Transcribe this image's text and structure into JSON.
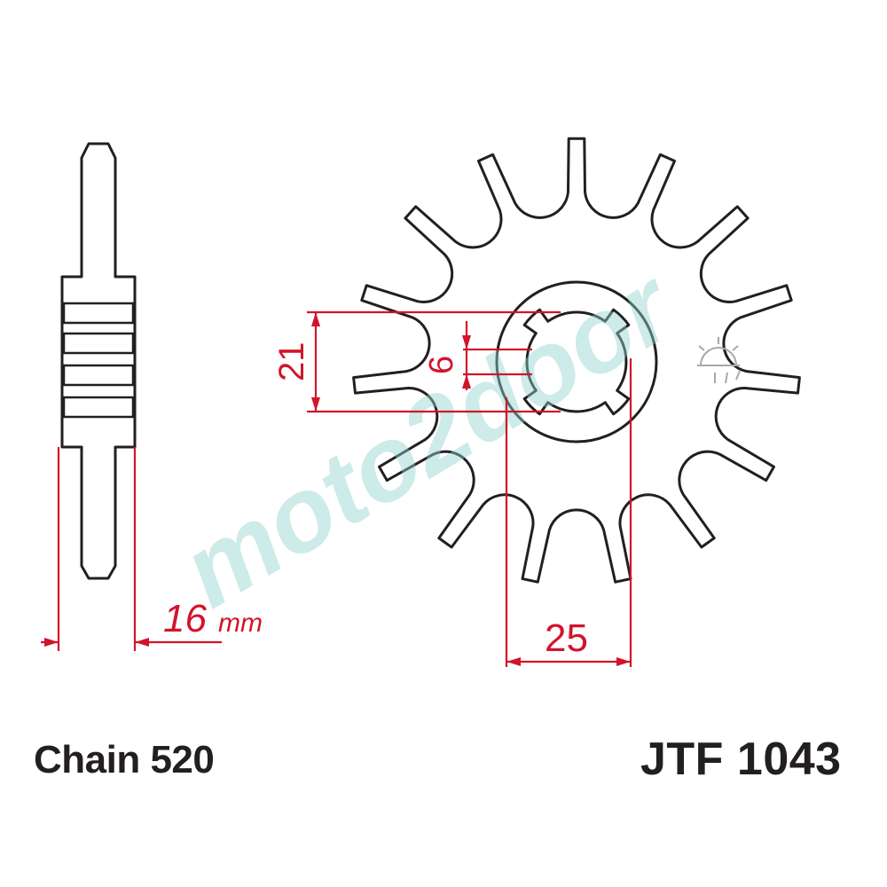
{
  "captions": {
    "chain": "Chain 520",
    "part_number": "JTF 1043"
  },
  "dimensions": {
    "width": "16",
    "width_unit": "mm",
    "spline_dia": "21",
    "key_width": "6",
    "bore": "25"
  },
  "watermark": {
    "text": "moto2door"
  },
  "colors": {
    "dimension": "#d2142a",
    "outline": "#231f20",
    "watermark": "#8fd3cf"
  }
}
